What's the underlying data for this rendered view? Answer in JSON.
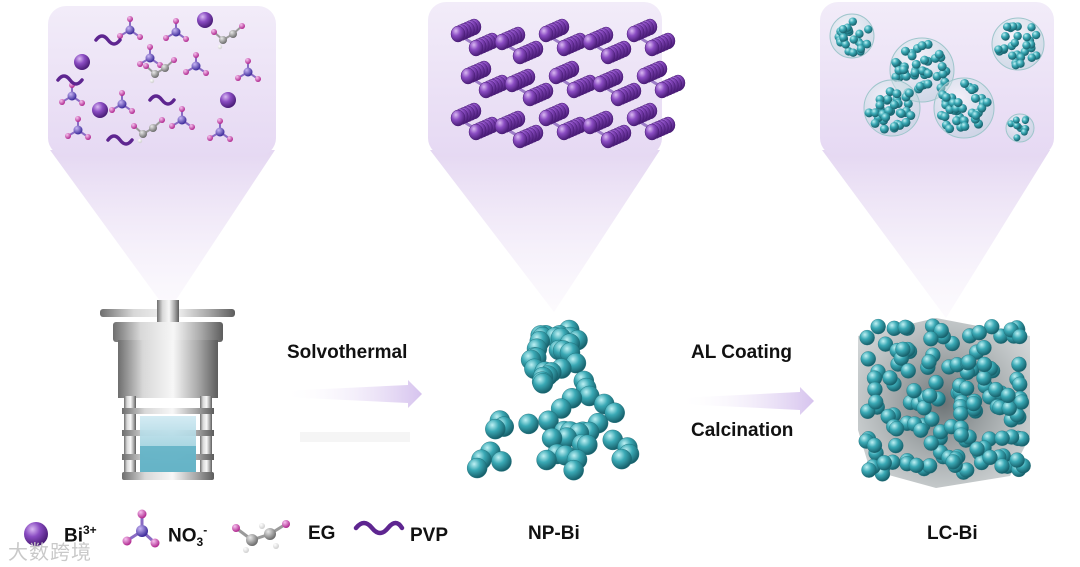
{
  "steps": {
    "solvothermal": "Solvothermal",
    "coating": "AL Coating",
    "calcination": "Calcination"
  },
  "products": {
    "np": "NP-Bi",
    "lc": "LC-Bi"
  },
  "legend": {
    "bi": "Bi",
    "bi_sup": "3+",
    "no3": "NO",
    "no3_sub": "3",
    "no3_sup": "-",
    "eg": "EG",
    "pvp": "PVP"
  },
  "watermark": "大数跨境",
  "colors": {
    "bi_purple": "#7a3fb0",
    "pvp_purple": "#6a2c9a",
    "particle_teal": "#2e9aa6",
    "callout_lavender": "#efe8f7",
    "arrow_lavender": "#d9c9ef"
  }
}
